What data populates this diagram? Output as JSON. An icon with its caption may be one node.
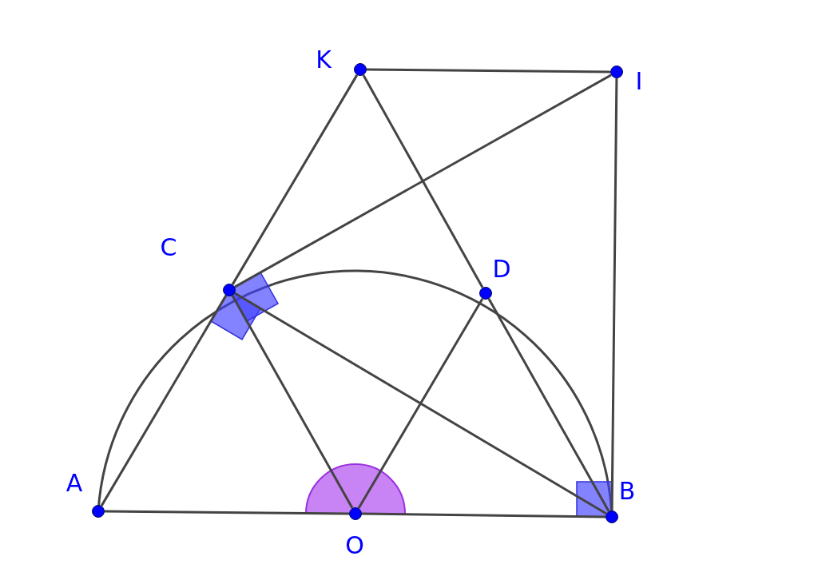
{
  "diagram": {
    "nodes": [
      {
        "text": [],
        "shape": "circle",
        "beside": [
          "K"
        ]
      },
      {
        "text": [],
        "shape": "circle",
        "beside": [
          "I"
        ]
      },
      {
        "text": [],
        "shape": "circle",
        "beside": [
          "C"
        ]
      },
      {
        "text": [],
        "shape": "circle",
        "beside": [
          "D"
        ]
      },
      {
        "text": [],
        "shape": "circle",
        "beside": [
          "A"
        ]
      },
      {
        "text": [],
        "shape": "circle",
        "beside": [
          "O"
        ]
      },
      {
        "text": [],
        "shape": "circle",
        "beside": [
          "B"
        ]
      }
    ],
    "edges": [
      {
        "from": 0,
        "to": 1,
        "arrow": "none"
      },
      {
        "from": 0,
        "to": 2,
        "arrow": "none"
      },
      {
        "from": 0,
        "to": 3,
        "arrow": "none"
      },
      {
        "from": 1,
        "to": 2,
        "arrow": "none"
      },
      {
        "from": 1,
        "to": 6,
        "arrow": "none"
      },
      {
        "from": 2,
        "to": 4,
        "arrow": "none"
      },
      {
        "from": 2,
        "to": 5,
        "arrow": "none"
      },
      {
        "from": 2,
        "to": 6,
        "arrow": "none"
      },
      {
        "from": 5,
        "to": 3,
        "arrow": "none"
      },
      {
        "from": 3,
        "to": 6,
        "arrow": "none"
      },
      {
        "from": 4,
        "to": 5,
        "arrow": "none"
      },
      {
        "from": 5,
        "to": 6,
        "arrow": "none"
      }
    ]
  }
}
